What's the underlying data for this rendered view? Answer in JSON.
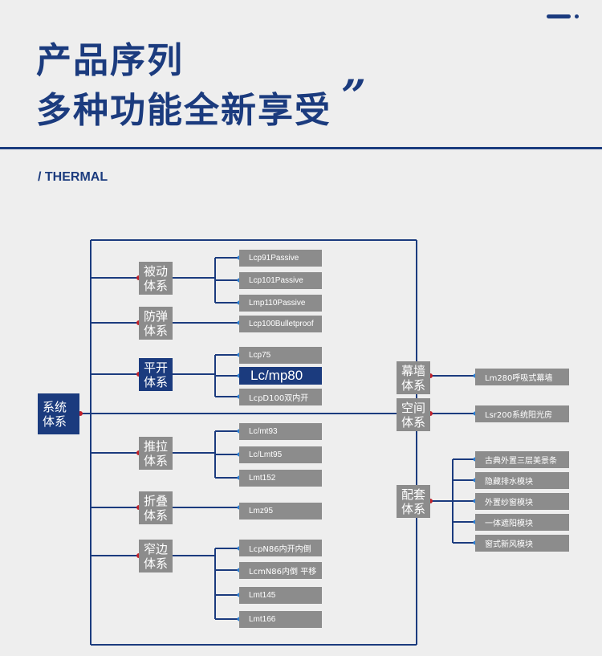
{
  "header": {
    "title_line1": "产品序列",
    "title_line2": "多种功能全新享受",
    "quote_mark": "”",
    "subtitle": "/ THERMAL"
  },
  "colors": {
    "accent": "#1b3b7e",
    "box_gray": "#8c8c8c",
    "node_dot": "#c0202a",
    "background": "#eeeeee"
  },
  "tree": {
    "root": "系统\n体系",
    "categories": {
      "passive": {
        "label": "被动\n体系",
        "items": [
          "Lcp91Passive",
          "Lcp101Passive",
          "Lmp110Passive"
        ]
      },
      "bulletproof": {
        "label": "防弹\n体系",
        "items": [
          "Lcp100Bulletproof"
        ]
      },
      "casement": {
        "label": "平开\n体系",
        "items": [
          "Lcp75",
          "Lc/mp80",
          "LcpD100双内开"
        ]
      },
      "sliding": {
        "label": "推拉\n体系",
        "items": [
          "Lc/mt93",
          "Lc/Lmt95",
          "Lmt152"
        ]
      },
      "folding": {
        "label": "折叠\n体系",
        "items": [
          "Lmz95"
        ]
      },
      "narrow": {
        "label": "窄边\n体系",
        "items": [
          "LcpN86内开内倒",
          "LcmN86内倒 平移",
          "Lmt145",
          "Lmt166"
        ]
      },
      "curtain": {
        "label": "幕墙\n体系",
        "items": [
          "Lm280呼吸式幕墙"
        ]
      },
      "sunroom": {
        "label": "空间\n体系",
        "items": [
          "Lsr200系统阳光房"
        ]
      },
      "accessory": {
        "label": "配套\n体系",
        "items": [
          "古典外置三层美景条",
          "隐藏排水模块",
          "外置纱窗模块",
          "一体遮阳模块",
          "窗式新风模块"
        ]
      }
    }
  }
}
